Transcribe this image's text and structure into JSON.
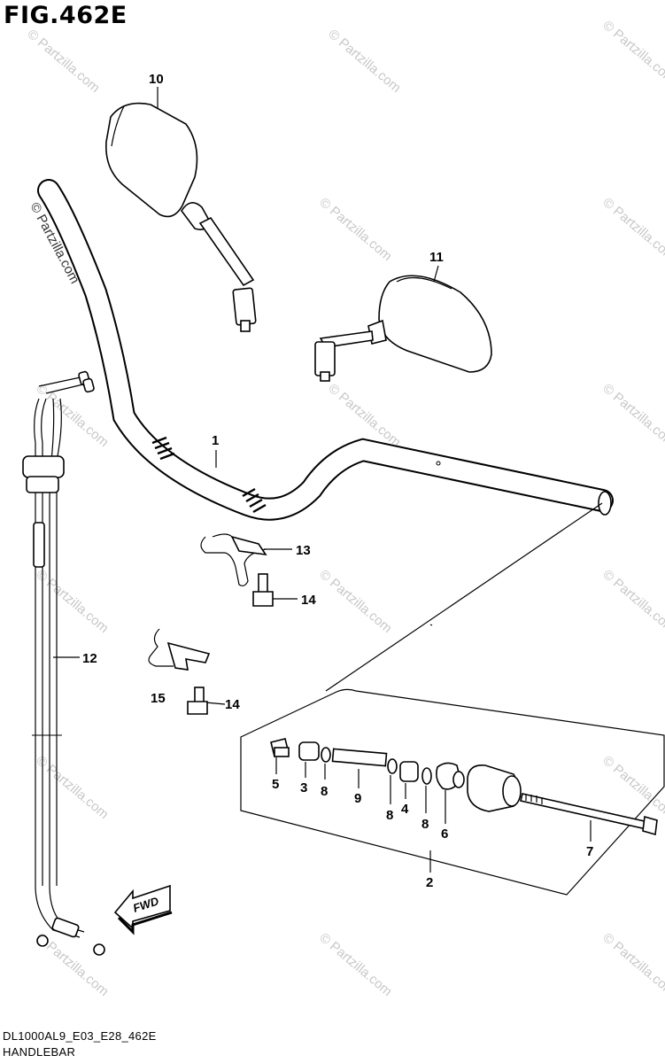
{
  "figure": {
    "title": "FIG.462E",
    "code": "DL1000AL9_E03_E28_462E",
    "name": "HANDLEBAR"
  },
  "watermark": "© Partzilla.com",
  "fwd_label": "FWD",
  "callouts": [
    "1",
    "2",
    "3",
    "4",
    "5",
    "6",
    "7",
    "8",
    "9",
    "10",
    "11",
    "12",
    "13",
    "14",
    "15"
  ],
  "callout_list": [
    {
      "id": "1",
      "text": "1"
    },
    {
      "id": "2",
      "text": "2"
    },
    {
      "id": "3",
      "text": "3"
    },
    {
      "id": "4",
      "text": "4"
    },
    {
      "id": "5",
      "text": "5"
    },
    {
      "id": "6",
      "text": "6"
    },
    {
      "id": "7",
      "text": "7"
    },
    {
      "id": "8a",
      "text": "8"
    },
    {
      "id": "8b",
      "text": "8"
    },
    {
      "id": "8c",
      "text": "8"
    },
    {
      "id": "9",
      "text": "9"
    },
    {
      "id": "10",
      "text": "10"
    },
    {
      "id": "11",
      "text": "11"
    },
    {
      "id": "12",
      "text": "12"
    },
    {
      "id": "13",
      "text": "13"
    },
    {
      "id": "14a",
      "text": "14"
    },
    {
      "id": "14b",
      "text": "14"
    },
    {
      "id": "15",
      "text": "15"
    }
  ]
}
